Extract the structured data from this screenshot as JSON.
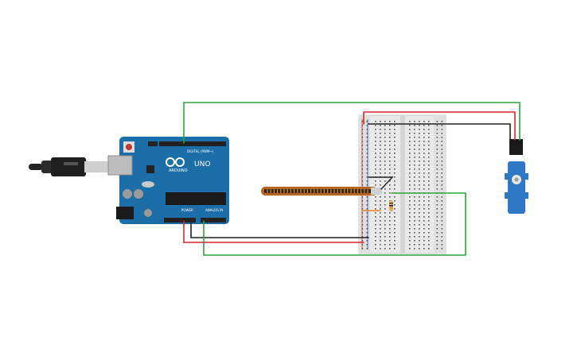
{
  "board": {
    "brand": "ARDUINO",
    "model": "UNO",
    "digital_label": "DIGITAL (PWM~)",
    "power_label": "POWER",
    "analog_label": "ANALOG IN",
    "color": "#1b6ea8"
  },
  "wires": {
    "green": "#2aa53a",
    "red": "#d8262a",
    "black": "#222222",
    "orange": "#e8821e"
  },
  "components": {
    "flex_sensor_color": "#b5651d",
    "servo_color": "#2e78c4",
    "breadboard_color": "#e9e9e9"
  }
}
